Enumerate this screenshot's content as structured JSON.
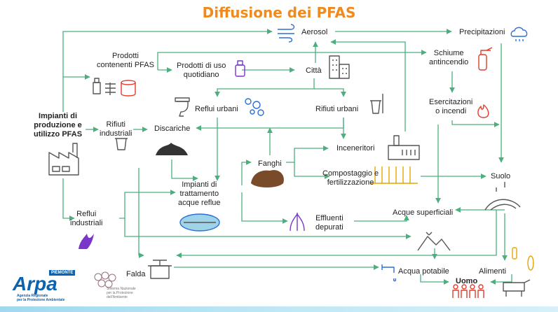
{
  "title": "Diffusione dei PFAS",
  "colors": {
    "title": "#f08a1d",
    "arrow": "#4caf7d",
    "icon": "#555555",
    "accent_red": "#e23c2b",
    "accent_yellow": "#e6a600",
    "accent_blue": "#2a6fdb",
    "accent_purple": "#7a35c9",
    "logo_blue": "#0b62b0"
  },
  "nodes": {
    "impianti": "Impianti di\nproduzione e\nutilizzo PFAS",
    "prodotti_pfas": "Prodotti\ncontenenti PFAS",
    "prodotti_uso": "Prodotti di uso\nquotidiano",
    "citta": "Città",
    "aerosol": "Aerosol",
    "precipitazioni": "Precipitazioni",
    "schiume": "Schiume\nantincendio",
    "esercitazioni": "Esercitazioni\no incendi",
    "reflui_urbani": "Reflui urbani",
    "rifiuti_urbani": "Rifiuti urbani",
    "rifiuti_industriali": "Rifiuti\nindustriali",
    "discariche": "Discariche",
    "fanghi": "Fanghi",
    "inceneritori": "Inceneritori",
    "compostaggio": "Compostaggio e\nfertilizzazione",
    "suolo": "Suolo",
    "impianti_trattamento": "Impianti di\ntrattamento\nacque reflue",
    "effluenti": "Effluenti\ndepurati",
    "acque_superficiali": "Acque superficiali",
    "reflui_industriali": "Reflui\nindustriali",
    "falda": "Falda",
    "acqua_potabile": "Acqua potabile",
    "alimenti": "Alimenti",
    "uomo": "Uomo"
  },
  "logos": {
    "arpa": "Arpa",
    "arpa_tag": "PIEMONTE",
    "arpa_subtitle": "Agenzia Regionale\nper la Protezione Ambientale",
    "snpa": "Sistema Nazionale\nper la Protezione\ndell'Ambiente"
  },
  "icons": [
    "factory-icon",
    "spray-paint-icon",
    "insect-spray-icon",
    "buildings-icon",
    "wind-icon",
    "rain-cloud-icon",
    "fire-extinguisher-icon",
    "fire-icon",
    "toilet-icon",
    "bubbles-icon",
    "trash-bin-icon",
    "landfill-icon",
    "sludge-icon",
    "incinerator-icon",
    "wheat-icon",
    "field-icon",
    "treatment-plant-icon",
    "splash-icon",
    "mountain-river-icon",
    "well-icon",
    "faucet-icon",
    "people-icon",
    "cow-icon",
    "fruit-icon"
  ]
}
